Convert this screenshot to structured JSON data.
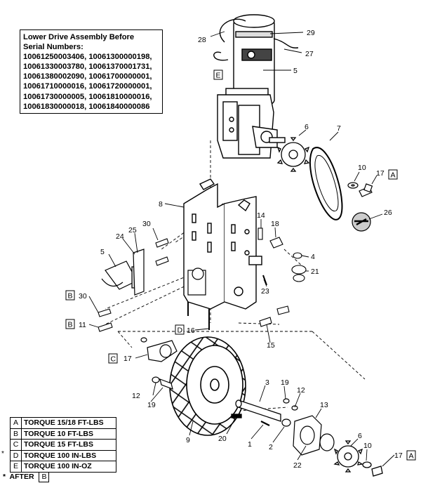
{
  "title_lines": [
    "Lower Drive Assembly Before",
    "Serial Numbers:",
    "10061250003406, 10061300000198,",
    "10061330003780, 10061370001731,",
    "10061380002090, 10061700000001,",
    "10061710000016, 10061720000001,",
    "10061730000005, 10061810000016,",
    "10061830000018, 10061840000086"
  ],
  "legend": [
    {
      "key": "A",
      "text": "TORQUE 15/18 FT-LBS",
      "star": ""
    },
    {
      "key": "B",
      "text": "TORQUE 10 FT-LBS",
      "star": ""
    },
    {
      "key": "C",
      "text": "TORQUE 15 FT-LBS",
      "star": ""
    },
    {
      "key": "D",
      "text": "TORQUE 100 IN-LBS",
      "star": "*"
    },
    {
      "key": "E",
      "text": "TORQUE 100 IN-OZ",
      "star": ""
    }
  ],
  "after_note": {
    "star": "*",
    "label": "AFTER",
    "key": "B"
  },
  "callouts": {
    "c28": "28",
    "c29": "29",
    "c27": "27",
    "c5a": "5",
    "c5b": "5",
    "c6a": "6",
    "c6b": "6",
    "c7": "7",
    "c10a": "10",
    "c10b": "10",
    "c17a": "17",
    "c17b": "17",
    "c17c": "17",
    "c8": "8",
    "c26": "26",
    "c30a": "30",
    "c30b": "30",
    "c25": "25",
    "c24": "24",
    "c14": "14",
    "c18": "18",
    "c4": "4",
    "c21": "21",
    "c23": "23",
    "c11": "11",
    "c15": "15",
    "c16": "16",
    "c9": "9",
    "c3": "3",
    "c19a": "19",
    "c19b": "19",
    "c12a": "12",
    "c12b": "12",
    "c13": "13",
    "c20": "20",
    "c1": "1",
    "c2": "2",
    "c22": "22"
  },
  "tags": {
    "tE": "E",
    "tA1": "A",
    "tA2": "A",
    "tB1": "B",
    "tB2": "B",
    "tC": "C",
    "tD": "D"
  }
}
